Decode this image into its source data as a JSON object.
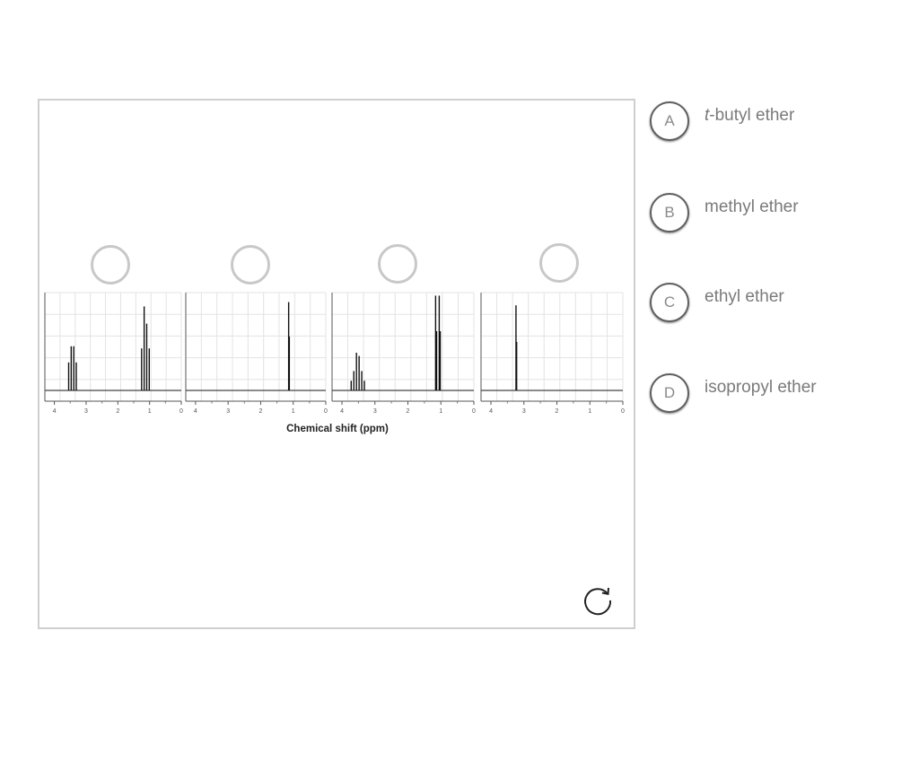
{
  "options": [
    {
      "letter": "A",
      "prefix": "t",
      "label": "-butyl ether"
    },
    {
      "letter": "B",
      "label": "methyl ether"
    },
    {
      "letter": "C",
      "label": "ethyl ether"
    },
    {
      "letter": "D",
      "label": "isopropyl ether"
    }
  ],
  "chart_data": {
    "type": "bar",
    "xlabel": "Chemical shift (ppm)",
    "xlim": [
      4.3,
      0
    ],
    "x_ticks": [
      4,
      3,
      2,
      1,
      0
    ],
    "panels": [
      {
        "peaks": [
          {
            "x": 3.55,
            "h": 0.26
          },
          {
            "x": 3.47,
            "h": 0.41
          },
          {
            "x": 3.39,
            "h": 0.41
          },
          {
            "x": 3.31,
            "h": 0.26
          },
          {
            "x": 1.25,
            "h": 0.39
          },
          {
            "x": 1.17,
            "h": 0.78
          },
          {
            "x": 1.09,
            "h": 0.62
          },
          {
            "x": 1.01,
            "h": 0.39
          }
        ]
      },
      {
        "peaks": [
          {
            "x": 1.14,
            "h": 0.82
          },
          {
            "x": 1.12,
            "h": 0.5
          }
        ]
      },
      {
        "peaks": [
          {
            "x": 3.72,
            "h": 0.09
          },
          {
            "x": 3.64,
            "h": 0.18
          },
          {
            "x": 3.56,
            "h": 0.35
          },
          {
            "x": 3.48,
            "h": 0.32
          },
          {
            "x": 3.4,
            "h": 0.18
          },
          {
            "x": 3.32,
            "h": 0.09
          },
          {
            "x": 1.16,
            "h": 0.88
          },
          {
            "x": 1.13,
            "h": 0.55
          },
          {
            "x": 1.05,
            "h": 0.88
          },
          {
            "x": 1.02,
            "h": 0.55
          }
        ]
      },
      {
        "peaks": [
          {
            "x": 3.24,
            "h": 0.79
          },
          {
            "x": 3.22,
            "h": 0.45
          }
        ]
      }
    ]
  }
}
